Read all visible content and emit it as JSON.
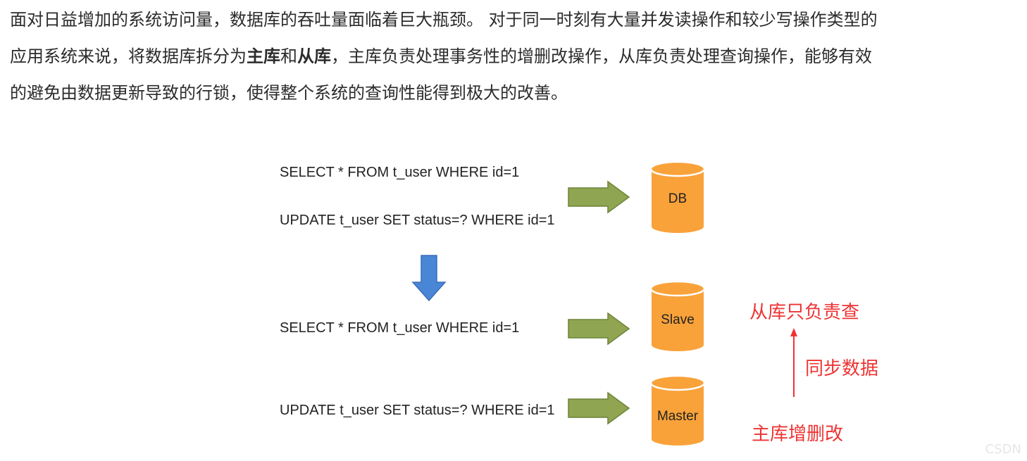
{
  "intro": {
    "line1": "面对日益增加的系统访问量，数据库的吞吐量面临着巨大瓶颈。 对于同一时刻有大量并发读操作和较少写操作类型的",
    "line2_a": "应用系统来说，将数据库拆分为",
    "line2_b": "主库",
    "line2_c": "和",
    "line2_d": "从库",
    "line2_e": "，主库负责处理事务性的增删改操作，从库负责处理查询操作，能够有效",
    "line3": "的避免由数据更新导致的行锁，使得整个系统的查询性能得到极大的改善。"
  },
  "diagram": {
    "top": {
      "select_sql": "SELECT * FROM t_user WHERE id=1",
      "update_sql": "UPDATE t_user SET status=? WHERE id=1",
      "db_label": "DB"
    },
    "bottom": {
      "select_sql": "SELECT * FROM t_user WHERE id=1",
      "update_sql": "UPDATE t_user SET status=? WHERE id=1",
      "slave_label": "Slave",
      "master_label": "Master"
    },
    "notes": {
      "slave_note": "从库只负责查",
      "sync_note": "同步数据",
      "master_note": "主库增删改"
    }
  },
  "colors": {
    "db_fill": "#f9a23a",
    "db_stroke": "#ffffff",
    "arrow_green": "#8fa551",
    "arrow_green_stroke": "#6f8438",
    "arrow_blue": "#4a86d6",
    "note_red": "#ee3333"
  },
  "watermark": "CSDN"
}
